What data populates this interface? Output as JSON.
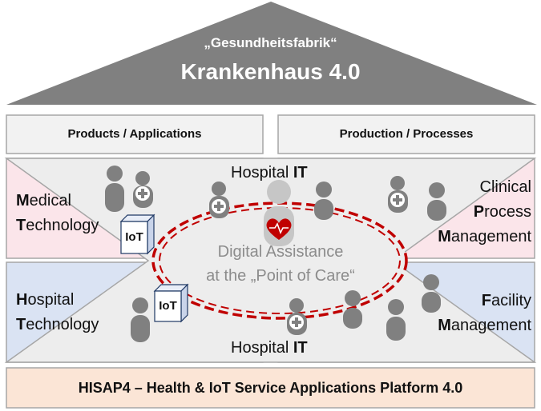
{
  "roof": {
    "subtitle": "„Gesundheitsfabrik“",
    "title": "Krankenhaus 4.0"
  },
  "headers": {
    "left": "Products / Applications",
    "right": "Production / Processes"
  },
  "quadrants": {
    "top_left": [
      {
        "first": "M",
        "rest": "edical"
      },
      {
        "first": "T",
        "rest": "echnology"
      }
    ],
    "top_right": [
      {
        "first": "",
        "rest": "Clinical"
      },
      {
        "first": "P",
        "rest": "rocess"
      },
      {
        "first": "M",
        "rest": "anagement"
      }
    ],
    "bottom_left": [
      {
        "first": "H",
        "rest": "ospital"
      },
      {
        "first": "T",
        "rest": "echnology"
      }
    ],
    "bottom_right": [
      {
        "first": "F",
        "rest": "acility"
      },
      {
        "first": "M",
        "rest": "anagement"
      }
    ]
  },
  "hospital_it": {
    "prefix": "Hospital ",
    "bold": "IT"
  },
  "center": {
    "line1": "Digital Assistance",
    "line2": "at the „Point of Care“"
  },
  "iot_label": "IoT",
  "footer": "HISAP4 – Health & IoT Service Applications Platform 4.0",
  "colors": {
    "roof": "#808080",
    "header_fill": "#f2f2f2",
    "pink": "#fbe5ea",
    "blue": "#dae3f3",
    "center_gray": "#ededed",
    "dashed_red": "#c00000",
    "person": "#808080",
    "footer_fill": "#fbe5d6"
  }
}
